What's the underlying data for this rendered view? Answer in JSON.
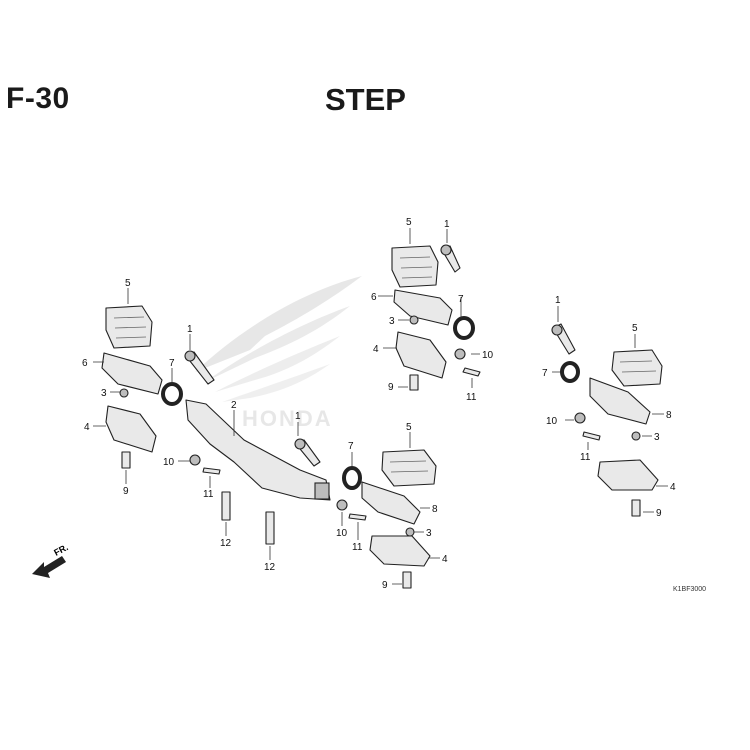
{
  "header": {
    "code": "F-30",
    "title": "STEP"
  },
  "watermark": {
    "brand": "HONDA"
  },
  "direction": {
    "label": "FR."
  },
  "drawing_code": "K1BF3000",
  "callouts": {
    "g1": [
      "5",
      "1",
      "6",
      "7",
      "3",
      "10",
      "4",
      "9",
      "11"
    ],
    "g2": [
      "5",
      "1",
      "7",
      "6",
      "3",
      "4",
      "10",
      "2",
      "11",
      "9",
      "12",
      "12"
    ],
    "g3": [
      "1",
      "5",
      "7",
      "8",
      "10",
      "3",
      "11",
      "4",
      "9"
    ],
    "g4": [
      "7",
      "1",
      "5",
      "8",
      "10",
      "3",
      "11",
      "4",
      "9"
    ]
  }
}
